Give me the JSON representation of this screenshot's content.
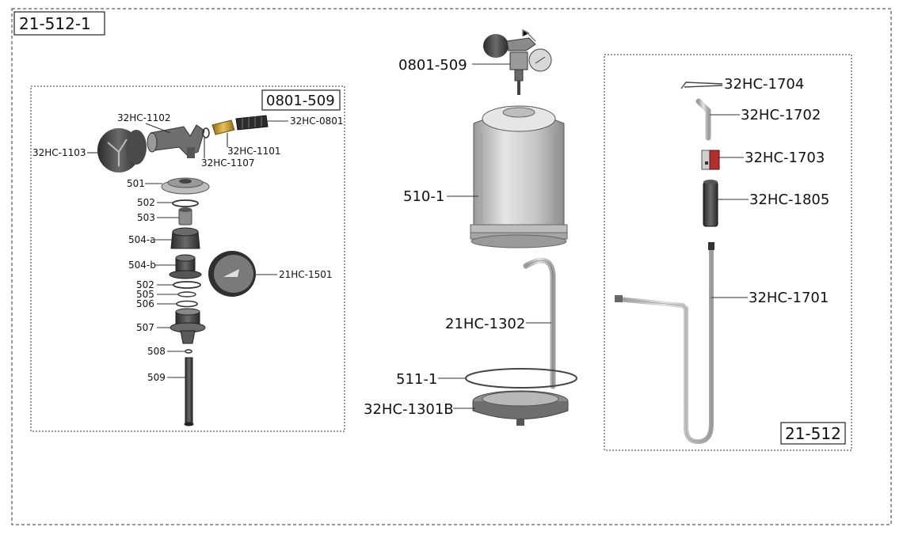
{
  "outer_box": {
    "title": "21-512-1"
  },
  "left_box": {
    "title": "0801-509",
    "labels": {
      "l_1102": "32HC-1102",
      "l_0801": "32HC-0801",
      "l_1103": "32HC-1103",
      "l_1101": "32HC-1101",
      "l_1107": "32HC-1107",
      "l_501": "501",
      "l_502a": "502",
      "l_503": "503",
      "l_504a": "504-a",
      "l_504b": "504-b",
      "l_1501": "21HC-1501",
      "l_502b": "502",
      "l_505": "505",
      "l_506": "506",
      "l_507": "507",
      "l_508": "508",
      "l_509": "509"
    }
  },
  "center": {
    "labels": {
      "c_0801509": "0801-509",
      "c_5101": "510-1",
      "c_1302": "21HC-1302",
      "c_5111": "511-1",
      "c_1301b": "32HC-1301B"
    }
  },
  "right_box": {
    "title": "21-512",
    "labels": {
      "r_1704": "32HC-1704",
      "r_1702": "32HC-1702",
      "r_1703": "32HC-1703",
      "r_1805": "32HC-1805",
      "r_1701": "32HC-1701"
    }
  },
  "colors": {
    "gray_dark": "#3a3a3a",
    "gray_mid": "#8a8a8a",
    "gray_light": "#cfcfcf",
    "brass": "#c9a03a",
    "red": "#b03030"
  }
}
